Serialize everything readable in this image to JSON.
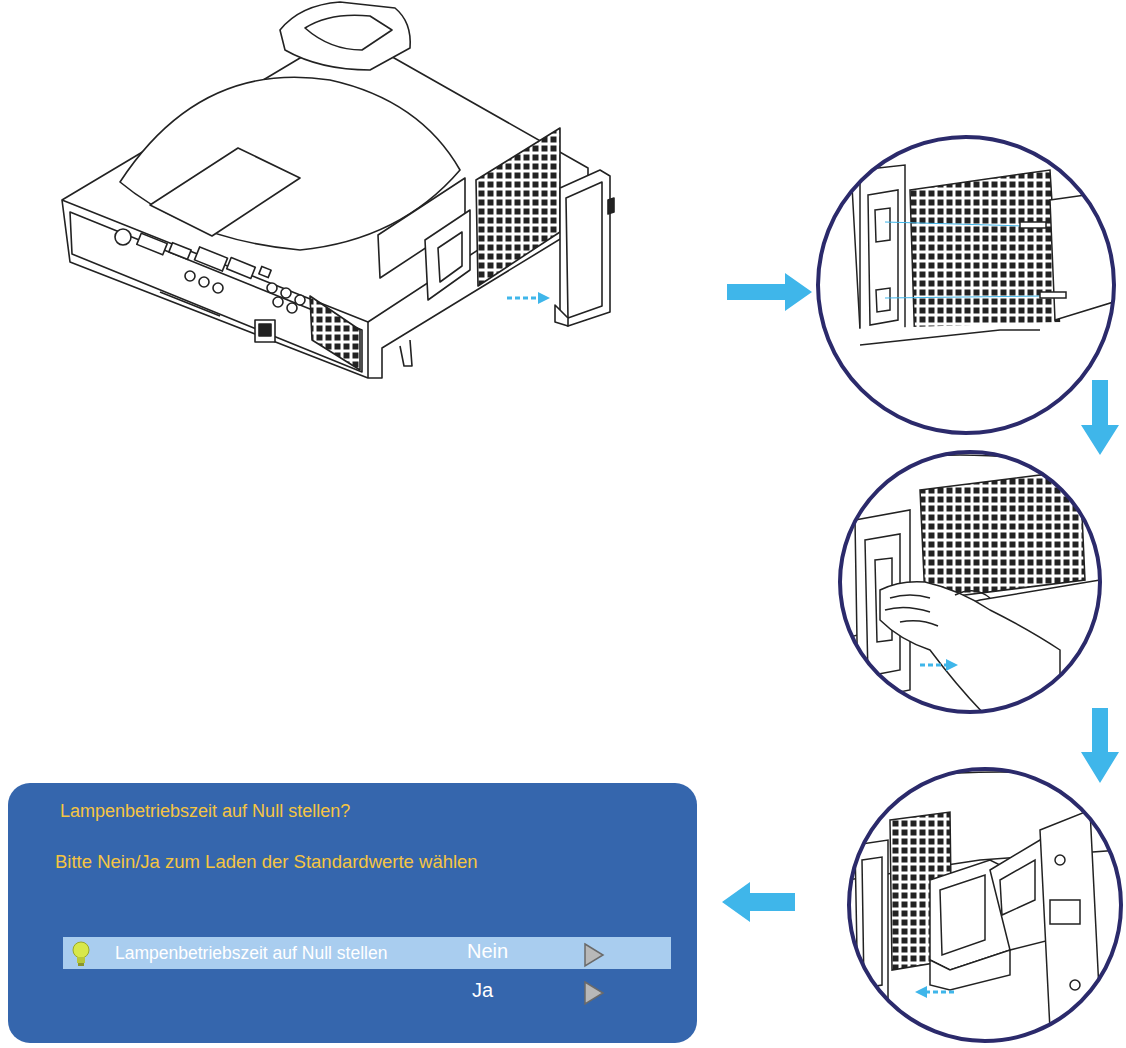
{
  "diagram": {
    "nodes": [
      {
        "text": [
          "Lampenbetriebszeit auf Null stellen?",
          "Bitte Nein/Ja zum Laden der Standardwerte wählen",
          "Ja"
        ]
      },
      {
        "text": [
          "Lampenbetriebszeit auf Null stellen",
          "Nein"
        ],
        "in": 0
      }
    ],
    "edges": []
  }
}
